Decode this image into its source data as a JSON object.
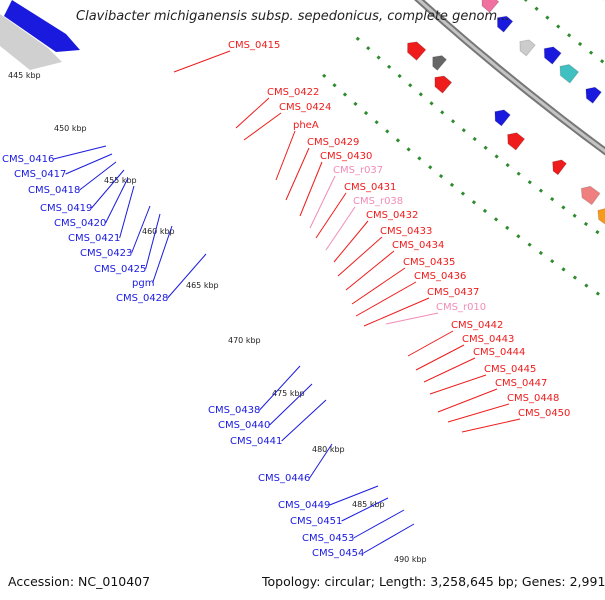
{
  "title": "Clavibacter michiganensis subsp. sepedonicus, complete genom...",
  "footer": {
    "accession_label": "Accession: ",
    "accession": "NC_010407",
    "topology_label": "Topology: ",
    "topology": "circular",
    "length_label": "Length: ",
    "length": "3,258,645 bp",
    "genes_label": "Genes: ",
    "genes": "2,991"
  },
  "kbp_ticks": [
    "445 kbp",
    "450 kbp",
    "455 kbp",
    "460 kbp",
    "465 kbp",
    "470 kbp",
    "475 kbp",
    "480 kbp",
    "485 kbp",
    "490 kbp"
  ],
  "colors": {
    "forward_strand": "#ee1c1c",
    "reverse_strand": "#1a1adf",
    "rna": "#f7a5c8",
    "backbone": "#9a9a9a",
    "dotted_track": "#2e8b2e"
  },
  "right_labels": [
    {
      "text": "CMS_0415",
      "kind": "gene"
    },
    {
      "text": "CMS_0422",
      "kind": "gene"
    },
    {
      "text": "CMS_0424",
      "kind": "gene"
    },
    {
      "text": "pheA",
      "kind": "gene"
    },
    {
      "text": "CMS_0429",
      "kind": "gene"
    },
    {
      "text": "CMS_0430",
      "kind": "gene"
    },
    {
      "text": "CMS_r037",
      "kind": "rna"
    },
    {
      "text": "CMS_0431",
      "kind": "gene"
    },
    {
      "text": "CMS_r038",
      "kind": "rna"
    },
    {
      "text": "CMS_0432",
      "kind": "gene"
    },
    {
      "text": "CMS_0433",
      "kind": "gene"
    },
    {
      "text": "CMS_0434",
      "kind": "gene"
    },
    {
      "text": "CMS_0435",
      "kind": "gene"
    },
    {
      "text": "CMS_0436",
      "kind": "gene"
    },
    {
      "text": "CMS_0437",
      "kind": "gene"
    },
    {
      "text": "CMS_r010",
      "kind": "rna"
    },
    {
      "text": "CMS_0442",
      "kind": "gene"
    },
    {
      "text": "CMS_0443",
      "kind": "gene"
    },
    {
      "text": "CMS_0444",
      "kind": "gene"
    },
    {
      "text": "CMS_0445",
      "kind": "gene"
    },
    {
      "text": "CMS_0447",
      "kind": "gene"
    },
    {
      "text": "CMS_0448",
      "kind": "gene"
    },
    {
      "text": "CMS_0450",
      "kind": "gene"
    }
  ],
  "left_labels": [
    {
      "text": "CMS_0416"
    },
    {
      "text": "CMS_0417"
    },
    {
      "text": "CMS_0418"
    },
    {
      "text": "CMS_0419"
    },
    {
      "text": "CMS_0420"
    },
    {
      "text": "CMS_0421"
    },
    {
      "text": "CMS_0423"
    },
    {
      "text": "CMS_0425"
    },
    {
      "text": "pgm"
    },
    {
      "text": "CMS_0428"
    },
    {
      "text": "CMS_0438"
    },
    {
      "text": "CMS_0440"
    },
    {
      "text": "CMS_0441"
    },
    {
      "text": "CMS_0446"
    },
    {
      "text": "CMS_0449"
    },
    {
      "text": "CMS_0451"
    },
    {
      "text": "CMS_0453"
    },
    {
      "text": "CMS_0454"
    }
  ]
}
